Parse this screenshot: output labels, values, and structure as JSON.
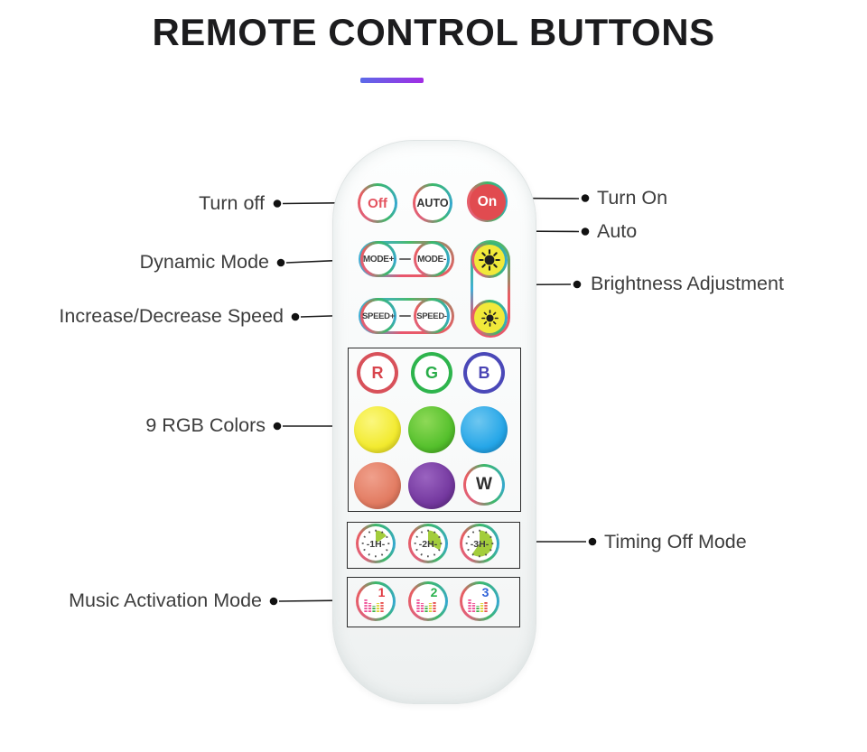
{
  "title": "REMOTE CONTROL BUTTONS",
  "annotations": {
    "turn_off": "Turn off",
    "turn_on": "Turn On",
    "auto": "Auto",
    "dynamic_mode": "Dynamic Mode",
    "brightness": "Brightness Adjustment",
    "speed": "Increase/Decrease Speed",
    "rgb_colors": "9 RGB Colors",
    "timing": "Timing Off Mode",
    "music": "Music Activation Mode"
  },
  "remote": {
    "power": {
      "off": "Off",
      "auto": "AUTO",
      "on": "On"
    },
    "mode": {
      "plus": "MODE+",
      "minus": "MODE-"
    },
    "speed": {
      "plus": "SPEED+",
      "minus": "SPEED-"
    },
    "rgb_keys": {
      "r": "R",
      "g": "G",
      "b": "B",
      "w": "W"
    },
    "color_dots": [
      {
        "name": "yellow",
        "hex": "#f2ea2e"
      },
      {
        "name": "green",
        "hex": "#54c02c"
      },
      {
        "name": "sky-blue",
        "hex": "#25a6e8"
      },
      {
        "name": "salmon",
        "hex": "#e27b61"
      },
      {
        "name": "purple",
        "hex": "#74389f"
      }
    ],
    "timers": [
      {
        "label": "-1H-",
        "hours": "1H"
      },
      {
        "label": "-2H-",
        "hours": "2H"
      },
      {
        "label": "-3H-",
        "hours": "3H"
      }
    ],
    "music_keys": [
      {
        "number": "1",
        "color": "#e03a42"
      },
      {
        "number": "2",
        "color": "#2bb14e"
      },
      {
        "number": "3",
        "color": "#2f62d8"
      }
    ]
  },
  "colors": {
    "underline_from": "#5b6ae8",
    "underline_to": "#a22ce4",
    "on_button": "#e14b50",
    "off_text": "#e4525e",
    "timer_wedge": "#a3cd3c"
  }
}
